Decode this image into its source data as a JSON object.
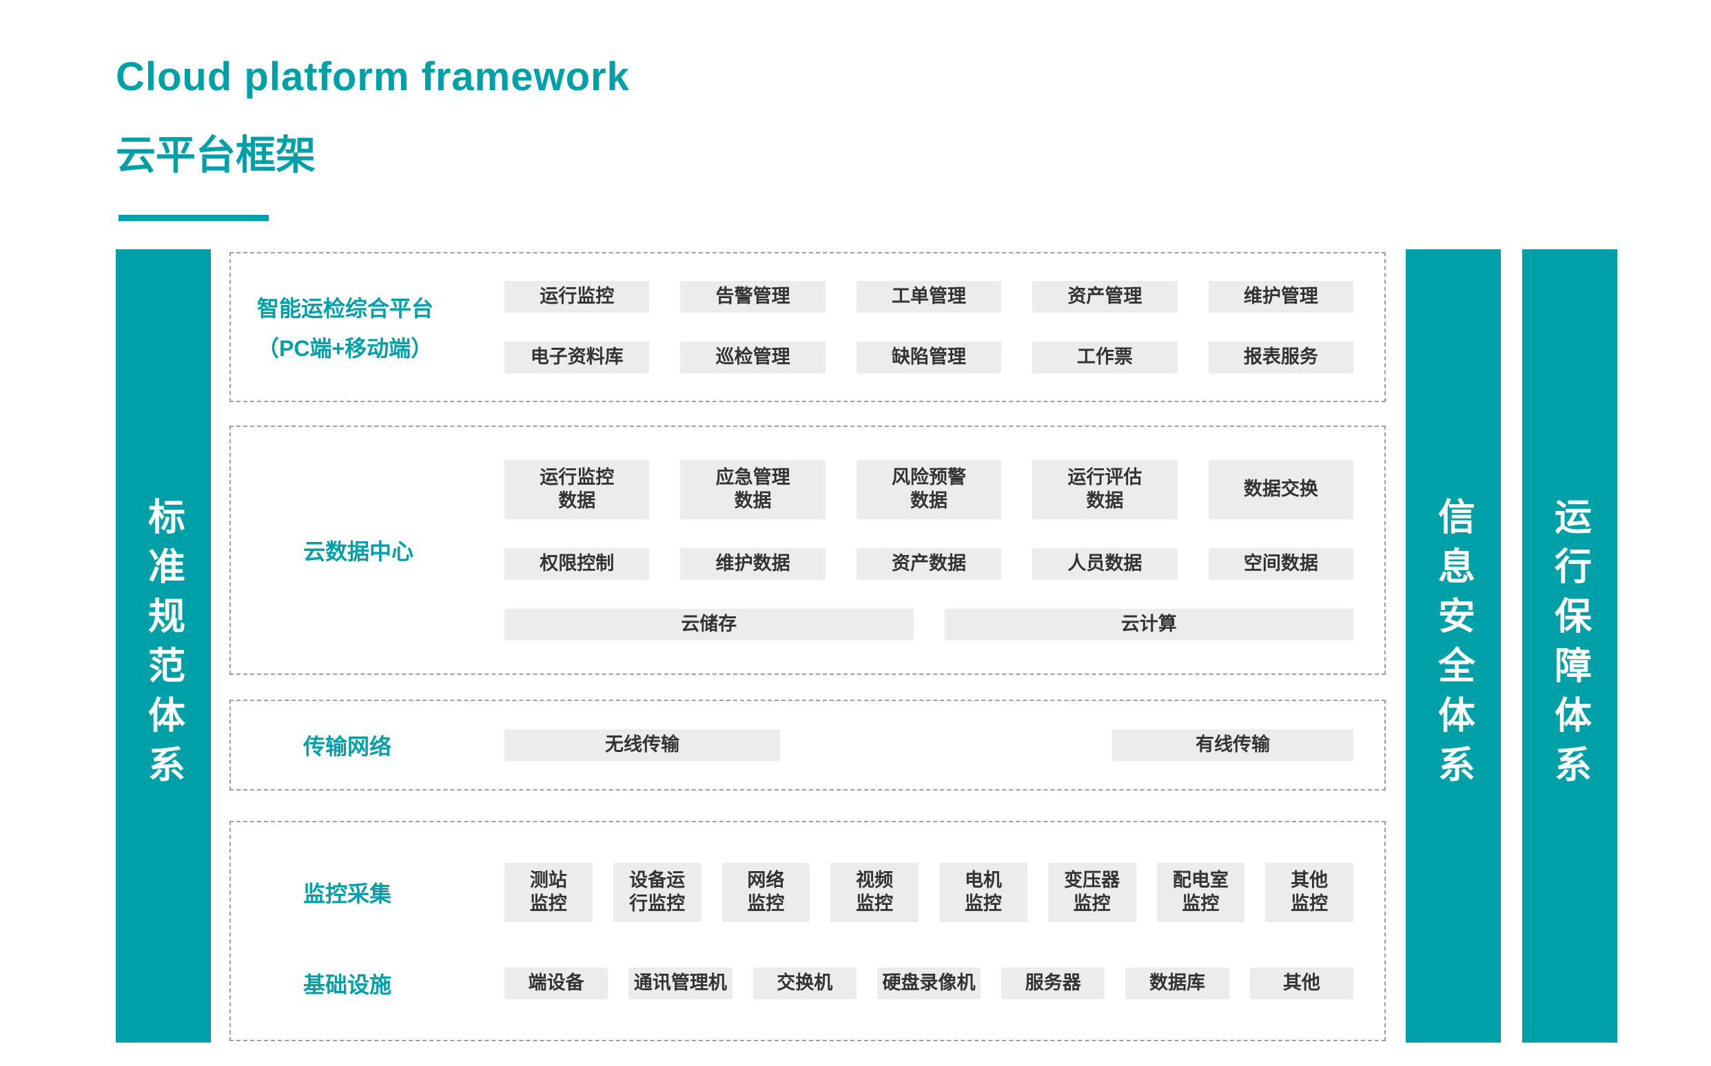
{
  "header": {
    "title_en": "Cloud platform framework",
    "title_zh": "云平台框架"
  },
  "colors": {
    "teal": "#00a0a8",
    "box_background": "#ececec",
    "box_text": "#333333"
  },
  "left_bar": {
    "label": "标准规范体系"
  },
  "right_bars": [
    {
      "label": "信息安全体系"
    },
    {
      "label": "运行保障体系"
    }
  ],
  "sections": {
    "platform": {
      "label_line1": "智能运检综合平台",
      "label_line2": "（PC端+移动端）",
      "row1": [
        "运行监控",
        "告警管理",
        "工单管理",
        "资产管理",
        "维护管理"
      ],
      "row2": [
        "电子资料库",
        "巡检管理",
        "缺陷管理",
        "工作票",
        "报表服务"
      ]
    },
    "cloud_data": {
      "label": "云数据中心",
      "row1": [
        "运行监控\n数据",
        "应急管理\n数据",
        "风险预警\n数据",
        "运行评估\n数据",
        "数据交换"
      ],
      "row2": [
        "权限控制",
        "维护数据",
        "资产数据",
        "人员数据",
        "空间数据"
      ],
      "row3": [
        "云储存",
        "云计算"
      ]
    },
    "network": {
      "label": "传输网络",
      "items": [
        "无线传输",
        "有线传输"
      ]
    },
    "monitor": {
      "label1": "监控采集",
      "row1": [
        "测站\n监控",
        "设备运\n行监控",
        "网络\n监控",
        "视频\n监控",
        "电机\n监控",
        "变压器\n监控",
        "配电室\n监控",
        "其他\n监控"
      ],
      "label2": "基础设施",
      "row2": [
        "端设备",
        "通讯管理机",
        "交换机",
        "硬盘录像机",
        "服务器",
        "数据库",
        "其他"
      ]
    }
  }
}
